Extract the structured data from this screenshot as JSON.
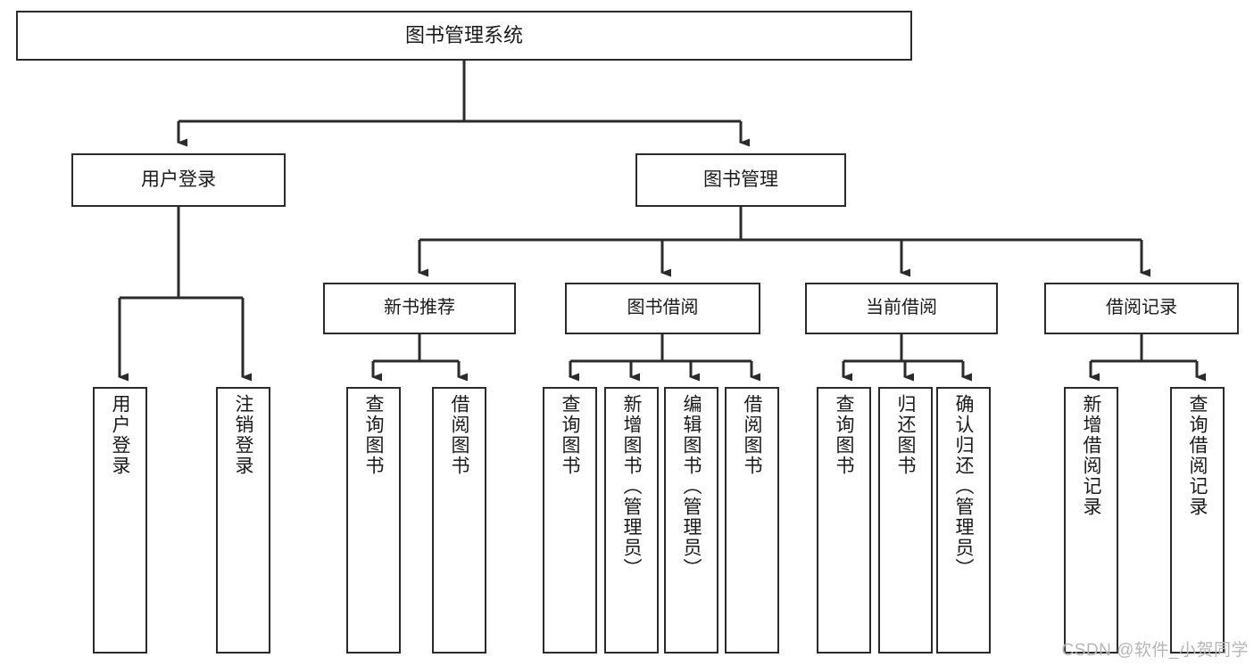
{
  "diagram": {
    "title": "图书管理系统",
    "type": "hierarchy-tree",
    "theme": {
      "background": "#ffffff",
      "node_fill": "#ffffff",
      "node_stroke": "#2b2b2b",
      "connector_color": "#2b2b2b",
      "text_color": "#1a1a1a",
      "watermark_color": "#b6b6b6"
    },
    "root": {
      "label": "图书管理系统"
    },
    "level1": [
      {
        "label": "用户登录"
      },
      {
        "label": "图书管理"
      }
    ],
    "level2": [
      {
        "label": "新书推荐"
      },
      {
        "label": "图书借阅"
      },
      {
        "label": "当前借阅"
      },
      {
        "label": "借阅记录"
      }
    ],
    "leaves": {
      "user_login": [
        {
          "label": "用户登录"
        },
        {
          "label": "注销登录"
        }
      ],
      "new_book_recommend": [
        {
          "label": "查询图书"
        },
        {
          "label": "借阅图书"
        }
      ],
      "book_borrow": [
        {
          "label": "查询图书"
        },
        {
          "label": "新增图书（管理员）"
        },
        {
          "label": "编辑图书（管理员）"
        },
        {
          "label": "借阅图书"
        }
      ],
      "current_borrow": [
        {
          "label": "查询图书"
        },
        {
          "label": "归还图书"
        },
        {
          "label": "确认归还（管理员）"
        }
      ],
      "borrow_record": [
        {
          "label": "新增借阅记录"
        },
        {
          "label": "查询借阅记录"
        }
      ]
    }
  },
  "watermark": {
    "text": "CSDN @软件_小贺同学"
  }
}
